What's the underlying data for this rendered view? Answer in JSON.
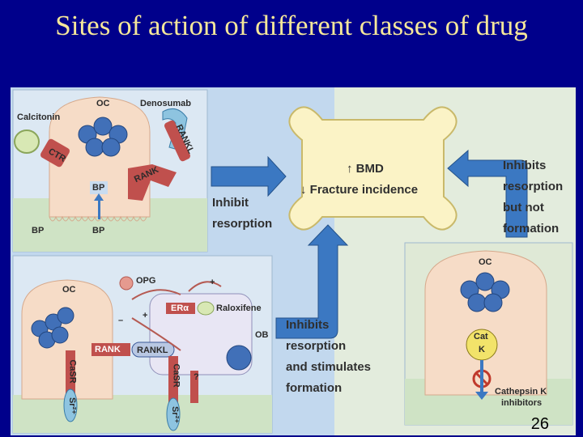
{
  "title": "Sites of action of different classes of drug",
  "page_number": "26",
  "colors": {
    "background": "#00008b",
    "title": "#f5e79a",
    "panel": "#c9dcef",
    "bone": "#fbf3c6",
    "arrow": "#3b78c2"
  },
  "center": {
    "bmd": "↑ BMD",
    "fracture": "↓ Fracture incidence"
  },
  "left_arrow_text": [
    "Inhibit",
    "resorption"
  ],
  "right_arrow_text": [
    "Inhibits",
    "resorption",
    "but not",
    "formation"
  ],
  "bottom_arrow_text": [
    "Inhibits",
    "resorption",
    "and stimulates",
    "formation"
  ],
  "panel_top": {
    "calcitonin": "Calcitonin",
    "oc": "OC",
    "denosumab": "Denosumab",
    "rankl": "RANKL",
    "ctr": "CTR",
    "rank": "RANK",
    "bp1": "BP",
    "bp2": "BP",
    "bp3": "BP"
  },
  "panel_bottom": {
    "opg": "OPG",
    "oc": "OC",
    "plus": "+",
    "minus": "–",
    "plus2": "+",
    "era": "ERα",
    "raloxifene": "Raloxifene",
    "ob": "OB",
    "rank": "RANK",
    "rankl": "RANKL",
    "casr1": "CaSR",
    "casr2": "CaSR",
    "sr1": "Sr²⁺",
    "sr2": "Sr²⁺",
    "q": "?"
  },
  "panel_right": {
    "oc": "OC",
    "cat": "Cat",
    "k": "K",
    "cathepsin": "Cathepsin K",
    "inhibitors": "inhibitors"
  }
}
